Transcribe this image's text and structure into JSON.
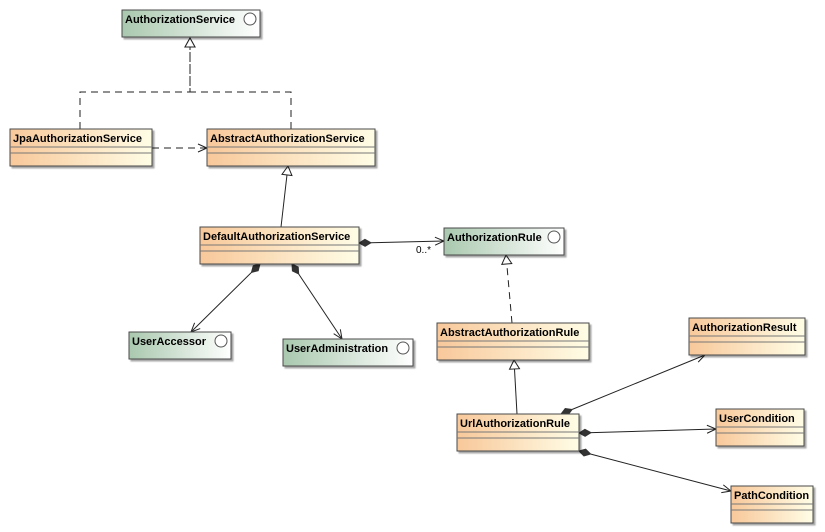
{
  "colors": {
    "class_fill_start": "#f8c89a",
    "class_fill_end": "#fffde6",
    "interface_fill_start": "#a9c8ae",
    "interface_fill_end": "#ffffff",
    "stroke": "#4a4a4a",
    "line": "#222222"
  },
  "nodes": [
    {
      "id": "authorization-service",
      "name": "AuthorizationService",
      "kind": "interface"
    },
    {
      "id": "jpa-authorization-service",
      "name": "JpaAuthorizationService",
      "kind": "class"
    },
    {
      "id": "abstract-authorization-service",
      "name": "AbstractAuthorizationService",
      "kind": "class"
    },
    {
      "id": "default-authorization-service",
      "name": "DefaultAuthorizationService",
      "kind": "class"
    },
    {
      "id": "authorization-rule",
      "name": "AuthorizationRule",
      "kind": "interface"
    },
    {
      "id": "user-accessor",
      "name": "UserAccessor",
      "kind": "interface"
    },
    {
      "id": "user-administration",
      "name": "UserAdministration",
      "kind": "interface"
    },
    {
      "id": "abstract-authorization-rule",
      "name": "AbstractAuthorizationRule",
      "kind": "class"
    },
    {
      "id": "authorization-result",
      "name": "AuthorizationResult",
      "kind": "class"
    },
    {
      "id": "url-authorization-rule",
      "name": "UrlAuthorizationRule",
      "kind": "class"
    },
    {
      "id": "user-condition",
      "name": "UserCondition",
      "kind": "class"
    },
    {
      "id": "path-condition",
      "name": "PathCondition",
      "kind": "class"
    }
  ],
  "edges": [
    {
      "id": "jpa-realizes-authorization-service",
      "kind": "realization",
      "from": "jpa-authorization-service",
      "to": "authorization-service"
    },
    {
      "id": "abstract-realizes-authorization-service",
      "kind": "realization",
      "from": "abstract-authorization-service",
      "to": "authorization-service"
    },
    {
      "id": "jpa-depends-on-abstract",
      "kind": "dependency",
      "from": "jpa-authorization-service",
      "to": "abstract-authorization-service"
    },
    {
      "id": "default-extends-abstract",
      "kind": "generalization",
      "from": "default-authorization-service",
      "to": "abstract-authorization-service"
    },
    {
      "id": "default-composes-rules",
      "kind": "composition",
      "from": "default-authorization-service",
      "to": "authorization-rule",
      "multiplicity": "0..*"
    },
    {
      "id": "default-composes-user-accessor",
      "kind": "composition",
      "from": "default-authorization-service",
      "to": "user-accessor"
    },
    {
      "id": "default-composes-user-administration",
      "kind": "composition",
      "from": "default-authorization-service",
      "to": "user-administration"
    },
    {
      "id": "abstract-rule-realizes-rule",
      "kind": "realization",
      "from": "abstract-authorization-rule",
      "to": "authorization-rule"
    },
    {
      "id": "url-rule-extends-abstract-rule",
      "kind": "generalization",
      "from": "url-authorization-rule",
      "to": "abstract-authorization-rule"
    },
    {
      "id": "url-rule-composes-result",
      "kind": "composition",
      "from": "url-authorization-rule",
      "to": "authorization-result"
    },
    {
      "id": "url-rule-composes-user-condition",
      "kind": "composition",
      "from": "url-authorization-rule",
      "to": "user-condition"
    },
    {
      "id": "url-rule-composes-path-condition",
      "kind": "composition",
      "from": "url-authorization-rule",
      "to": "path-condition"
    }
  ]
}
